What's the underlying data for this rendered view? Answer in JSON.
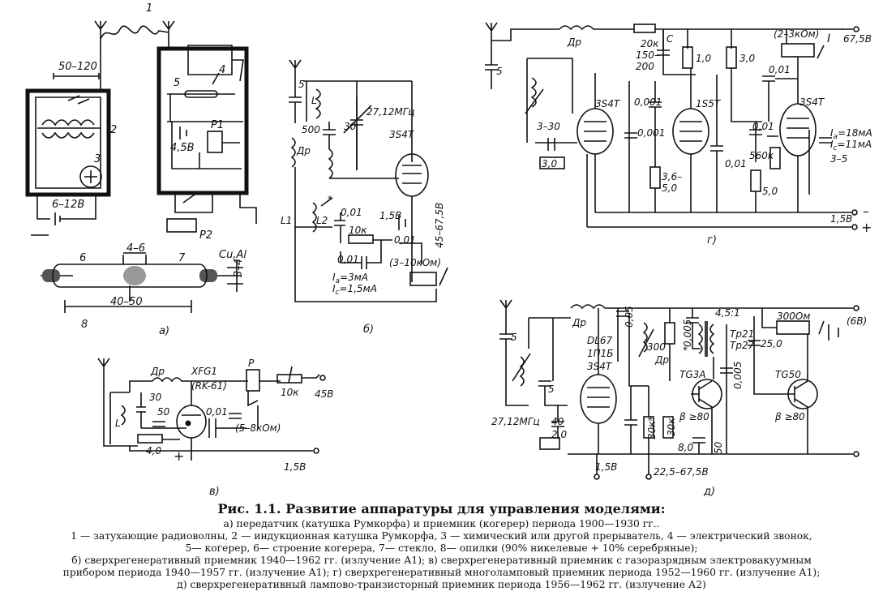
{
  "labels": {
    "a": {
      "n1": "1",
      "n2": "2",
      "n3": "3",
      "n4": "4",
      "n5": "5",
      "n6": "6",
      "n7": "7",
      "n8": "8",
      "dim_top": "50–120",
      "batt_left": "6–12В",
      "batt_right": "4,5В",
      "relay1": "Р1",
      "relay2": "Р2",
      "gap": "4–6",
      "metal": "Cu,Al",
      "dia": "3–4",
      "len": "40–50",
      "caption": "а)"
    },
    "b": {
      "ant5": "5",
      "L": "L",
      "c500": "500",
      "c30": "30",
      "freq": "27,12МГц",
      "tube": "3S4T",
      "dr": "Др",
      "L1": "L1",
      "L2": "L2",
      "star": "*",
      "c001a": "0,01",
      "r10k": "10к",
      "v15": "1,5В",
      "vhigh": "45–67,5В",
      "c001b": "0,01",
      "c001c": "0,01",
      "relay": "(3–10кОм)",
      "ia": "I",
      "ia_sub": "a",
      "ia_val": "=3мА",
      "ic": "I",
      "ic_sub": "c",
      "ic_val": "=1,5мА",
      "caption": "б)"
    },
    "c": {
      "dr": "Др",
      "tube": "XFG1",
      "tube2": "(RK-61)",
      "relayP": "Р",
      "r10k": "10к",
      "v45": "45В",
      "c30": "30",
      "c50": "50",
      "c001": "0,01",
      "relay": "(5–8кОм)",
      "r4": "4,0",
      "L": "L",
      "plus": "+",
      "v15": "1,5В",
      "caption": "в)"
    },
    "d": {
      "c5": "5",
      "dr": "Др",
      "r20k": "20к",
      "r150": "150–",
      "r200": "200",
      "cC": "C",
      "r10": "1,0",
      "r30": "3,0",
      "relay": "(2–3кОм)",
      "relayI": "I",
      "v675": "67,5В",
      "c001a": "0,01",
      "tube1": "3S4T",
      "c330": "3–30",
      "c0001a": "0,001",
      "c0001b": "0,001",
      "tube2": "1S5T",
      "r3650": "3,6–",
      "r50": "5,0",
      "c001b": "0,01",
      "c001c": "0,01",
      "r560": "560к",
      "tube3": "3S4T",
      "ia": "I",
      "ia_sub": "a",
      "ia_val": "=18мА",
      "ic": "I",
      "ic_sub": "c",
      "ic_val": "=11мА",
      "c35": "3–5",
      "r30b": "3,0",
      "r50b": "5,0",
      "v15": "1,5В",
      "minus": "–",
      "plus": "+",
      "caption": "г)"
    },
    "e": {
      "c5a": "5",
      "dr": "Др",
      "c005": "0,05",
      "r300": "300",
      "c0005": "0,005",
      "ratio": "4,5:1",
      "tp21": "Тр21",
      "tp27": "Тр27",
      "r3000": "300Ом",
      "v6": "(6В)",
      "c25": "25,0",
      "tube": "DL67",
      "tube2": "1П1Б",
      "tube3": "3S4T",
      "dr2": "Др",
      "star": "*",
      "t1": "ТG3А",
      "t2": "ТG50",
      "beta1": "β ≥80",
      "beta2": "β ≥80",
      "c0005b": "0,005",
      "freq": "27,12МГц",
      "c5b": "5",
      "c40": "40",
      "r20": "2,0",
      "r30k": "30к*",
      "r30k2": "30к",
      "c8": "8,0",
      "r50": "50",
      "v15": "1,5В",
      "v2267": "22,5–67,5В",
      "caption": "д)"
    }
  },
  "caption": {
    "title": "Рис. 1.1. Развитие аппаратуры для управления моделями:",
    "lines": [
      "а) передатчик (катушка Румкорфа) и приемник (когерер) периода 1900—1930 гг..",
      "1 — затухающие радиоволны, 2 — индукционная катушка Румкорфа, 3 — химический или другой прерыватель, 4 — электрический звонок,",
      "5— когерер, 6— строение когерера, 7— стекло, 8— опилки (90% никелевые + 10% серебряные);",
      "б) сверхрегенеративный приемник 1940—1962 гг. (излучение А1); в) сверхрегенеративный приемник с газоразрядным электровакуумным",
      "прибором периода 1940—1957 гг. (излучение А1); г) сверхрегенеративный многоламповый приемник периода 1952—1960 гг. (излучение А1);",
      "д) сверхрегенеративный лампово-транзисторный приемник периода 1956—1962 гг. (излучение А2)"
    ]
  }
}
